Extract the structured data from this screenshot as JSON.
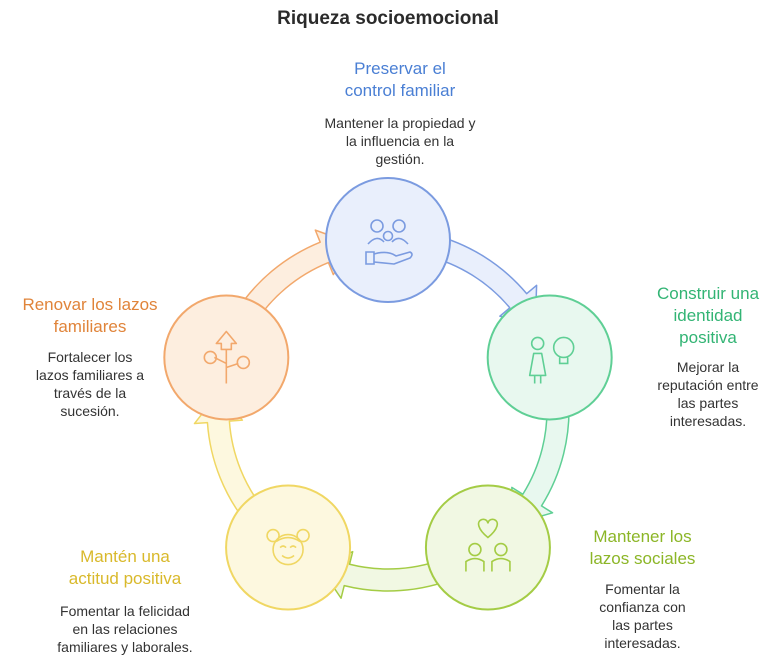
{
  "title": "Riqueza socioemocional",
  "stages": [
    {
      "key": "control",
      "title_lines": [
        "Preservar el",
        "control familiar"
      ],
      "desc_lines": [
        "Mantener la propiedad y",
        "la influencia en la",
        "gestión."
      ],
      "title_color": "#4a7fd4",
      "fill": "#e9effc",
      "stroke": "#7b9be0",
      "icon": "family-hand-icon"
    },
    {
      "key": "identity",
      "title_lines": [
        "Construir una",
        "identidad",
        "positiva"
      ],
      "desc_lines": [
        "Mejorar la",
        "reputación entre",
        "las partes",
        "interesadas."
      ],
      "title_color": "#32b474",
      "fill": "#e8f8ef",
      "stroke": "#5fcf95",
      "icon": "person-idea-icon"
    },
    {
      "key": "social",
      "title_lines": [
        "Mantener los",
        "lazos sociales"
      ],
      "desc_lines": [
        "Fomentar la",
        "confianza con",
        "las partes",
        "interesadas."
      ],
      "title_color": "#8cb627",
      "fill": "#f1f8e3",
      "stroke": "#a4cc45",
      "icon": "couple-heart-icon"
    },
    {
      "key": "attitude",
      "title_lines": [
        "Mantén una",
        "actitud positiva"
      ],
      "desc_lines": [
        "Fomentar la felicidad",
        "en las relaciones",
        "familiares y laborales."
      ],
      "title_color": "#d9b92b",
      "fill": "#fdf8df",
      "stroke": "#f0d763",
      "icon": "happy-girl-icon"
    },
    {
      "key": "renew",
      "title_lines": [
        "Renovar los lazos",
        "familiares"
      ],
      "desc_lines": [
        "Fortalecer los",
        "lazos familiares a",
        "través de la",
        "sucesión."
      ],
      "title_color": "#e0843a",
      "fill": "#fdeedf",
      "stroke": "#f2a86c",
      "icon": "family-tree-icon"
    }
  ]
}
